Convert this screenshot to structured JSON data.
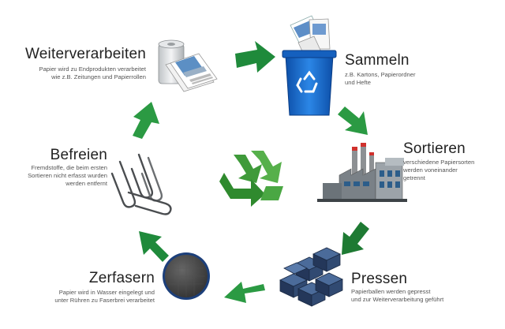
{
  "colors": {
    "arrow_green": "#1f8a3b",
    "arrow_green_light": "#3aa84f",
    "recycle_green": "#3f9a3a",
    "bin_blue": "#1e6fd0"
  },
  "steps": {
    "weiterverarbeiten": {
      "title": "Weiterverarbeiten",
      "desc1": "Papier wird zu Endprodukten verarbeitet",
      "desc2": "wie z.B. Zeitungen und Papierrollen",
      "icon": "paper-roll-and-magazines-icon"
    },
    "sammeln": {
      "title": "Sammeln",
      "desc1": "z.B. Kartons, Papierordner",
      "desc2": "und Hefte",
      "icon": "recycling-bin-icon"
    },
    "sortieren": {
      "title": "Sortieren",
      "desc1": "verschiedene Papiersorten",
      "desc2": "werden voneinander",
      "desc3": "getrennt",
      "icon": "factory-icon"
    },
    "pressen": {
      "title": "Pressen",
      "desc1": "Papierballen werden gepresst",
      "desc2": "und zur Weiterverarbeitung geführt",
      "icon": "paper-bales-icon"
    },
    "zerfasern": {
      "title": "Zerfasern",
      "desc1": "Papier wird in Wasser eingelegt und",
      "desc2": "unter Rühren zu Faserbrei verarbeitet",
      "icon": "pulp-disc-icon"
    },
    "befreien": {
      "title": "Befreien",
      "desc1": "Fremdstoffe, die beim ersten",
      "desc2": "Sortieren nicht erfasst wurden",
      "desc3": "werden entfernt",
      "icon": "paper-clips-icon"
    }
  },
  "center_icon": "recycle-symbol-icon"
}
